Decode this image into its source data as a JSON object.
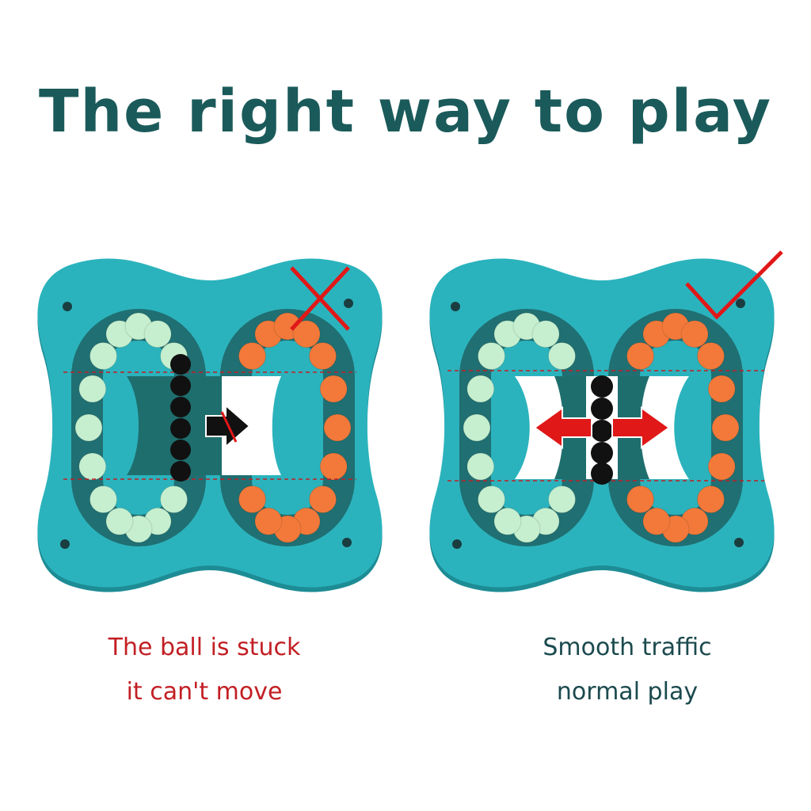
{
  "title": "The right way to play",
  "colors": {
    "title": "#1b5a5a",
    "toy_body": "#2bb3bd",
    "toy_shadow": "#1d8c95",
    "track": "#2aa2ab",
    "green_ball": "#c5efcf",
    "orange_ball": "#f2793a",
    "center_piece": "#1f6e6e",
    "black_ball": "#111111",
    "wrong_mark": "#e01818",
    "right_mark": "#e01818",
    "bad_caption": "#c21f24",
    "good_caption": "#1b4a4e"
  },
  "panels": [
    {
      "name": "stuck",
      "mark_icon": "cross-icon",
      "arrow_icon": "blocked-arrow-icon",
      "caption_lines": [
        "The ball is stuck",
        "it can't move"
      ]
    },
    {
      "name": "smooth",
      "mark_icon": "check-icon",
      "arrow_icon": "double-arrow-icon",
      "caption_lines": [
        "Smooth traffic",
        "normal play"
      ]
    }
  ]
}
